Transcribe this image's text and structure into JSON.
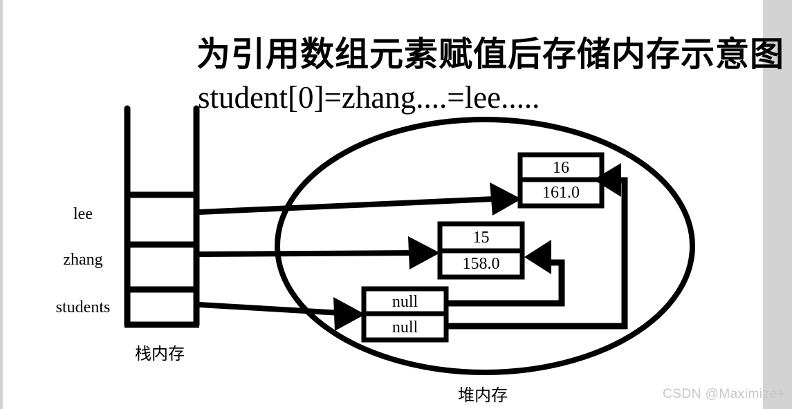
{
  "title": "为引用数组元素赋值后存储内存示意图",
  "subtitle": "student[0]=zhang....=lee.....",
  "stack": {
    "label": "栈内存",
    "cells": [
      {
        "name": "lee"
      },
      {
        "name": "zhang"
      },
      {
        "name": "students"
      }
    ]
  },
  "heap": {
    "label": "堆内存",
    "objects": [
      {
        "id": "lee-object",
        "fields": [
          "16",
          "161.0"
        ]
      },
      {
        "id": "zhang-object",
        "fields": [
          "15",
          "158.0"
        ]
      },
      {
        "id": "students-array",
        "fields": [
          "null",
          "null"
        ]
      }
    ]
  },
  "arrows": [
    {
      "from": "stack-cell-lee",
      "to": "lee-object"
    },
    {
      "from": "stack-cell-zhang",
      "to": "zhang-object"
    },
    {
      "from": "stack-cell-students",
      "to": "students-array"
    },
    {
      "from": "students-array-slot-0",
      "to": "zhang-object"
    },
    {
      "from": "students-array-slot-1",
      "to": "lee-object"
    }
  ],
  "watermark": "CSDN @Maximize+",
  "colors": {
    "line": "#000000",
    "background": "#ffffff",
    "edge_strip": "#d3d3d3",
    "watermark": "#c7c7c7"
  }
}
